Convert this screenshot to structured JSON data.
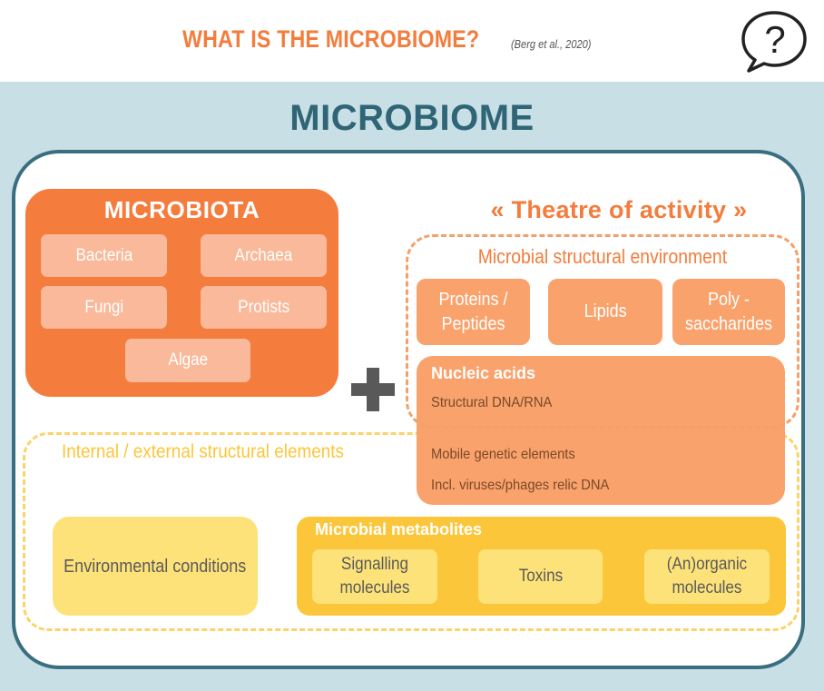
{
  "header": {
    "title": "WHAT IS THE MICROBIOME?",
    "citation": "(Berg et al., 2020)",
    "help_icon": "question-speech-bubble-icon"
  },
  "diagram": {
    "main_title": "MICROBIOME",
    "microbiota": {
      "title": "MICROBIOTA",
      "items": [
        "Bacteria",
        "Archaea",
        "Fungi",
        "Protists",
        "Algae"
      ]
    },
    "plus_icon": "plus-icon",
    "theatre_title": "« Theatre of activity »",
    "structural_environment": {
      "title": "Microbial structural environment",
      "items": [
        "Proteins / Peptides",
        "Lipids",
        "Poly -saccharides"
      ]
    },
    "nucleic_acids": {
      "title": "Nucleic acids",
      "lines": [
        "Structural DNA/RNA",
        "Mobile genetic elements",
        "Incl. viruses/phages relic DNA"
      ]
    },
    "structural_elements": {
      "title": "Internal / external structural elements",
      "environmental": "Environmental conditions"
    },
    "metabolites": {
      "title": "Microbial metabolites",
      "items": [
        "Signalling molecules",
        "Toxins",
        "(An)organic molecules"
      ]
    }
  },
  "colors": {
    "orange": "#f47c3c",
    "light_orange": "#f9a26c",
    "pale_orange": "#f9b99a",
    "yellow": "#fcc63a",
    "pale_yellow": "#fde27a",
    "teal": "#2f6576",
    "background": "#c8dfe5"
  }
}
